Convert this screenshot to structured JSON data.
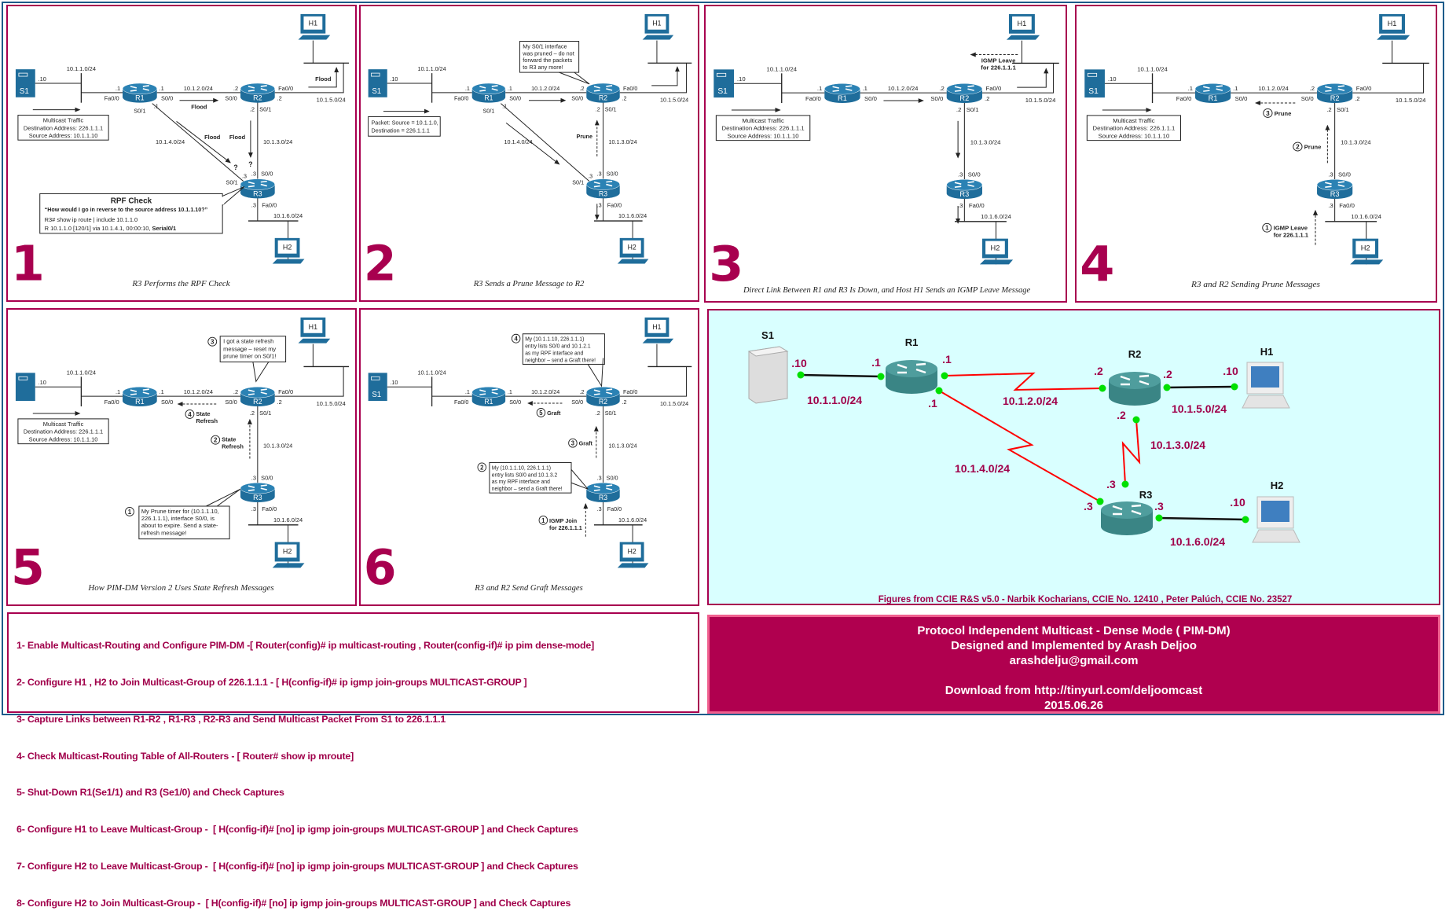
{
  "topology": {
    "s1": "S1",
    "r1": "R1",
    "r2": "R2",
    "r3": "R3",
    "h1": "H1",
    "h2": "H2",
    "net_s1": "10.1.1.0/24",
    "net_r1r2": "10.1.2.0/24",
    "net_r2r3": "10.1.3.0/24",
    "net_r1r3": "10.1.4.0/24",
    "net_h1": "10.1.5.0/24",
    "net_h2": "10.1.6.0/24",
    "s1_ip": ".10",
    "r1_ip": ".1",
    "r2_ip": ".2",
    "r3_ip": ".3",
    "h_ip": ".10",
    "fa00": "Fa0/0",
    "s00": "S0/0",
    "s01": "S0/1"
  },
  "figures": [
    {
      "number": "1",
      "caption": "R3 Performs the RPF Check",
      "annotations": {
        "traffic_title": "Multicast Traffic",
        "traffic_dst": "Destination Address: 226.1.1.1",
        "traffic_src": "Source Address: 10.1.1.10",
        "flood_r1r2": "Flood",
        "flood_r1r3": "Flood",
        "flood_r2r3": "Flood",
        "flood_h1": "Flood",
        "q_r1r3": "?",
        "q_r2r3": "?",
        "rpf_title": "RPF Check",
        "rpf_question": "“How would I go in reverse to the source address 10.1.1.10?”",
        "rpf_cmd": "R3# show ip route | include 10.1.1.0",
        "rpf_route": "R    10.1.1.0 [120/1] via 10.1.4.1, 00:00:10, ",
        "rpf_iface": "Serial0/1"
      }
    },
    {
      "number": "2",
      "caption": "R3 Sends a Prune Message to R2",
      "annotations": {
        "packet_1": "Packet: Source = 10.1.1.0,",
        "packet_2": "Destination = 226.1.1.1",
        "prune": "Prune",
        "callout_1": "My S0/1 interface",
        "callout_2": "was pruned – do not",
        "callout_3": "forward the packets",
        "callout_4": "to R3 any more!"
      }
    },
    {
      "number": "3",
      "caption": "Direct Link Between R1 and R3 Is Down, and Host H1 Sends an IGMP Leave Message",
      "annotations": {
        "traffic_title": "Multicast Traffic",
        "traffic_dst": "Destination Address: 226.1.1.1",
        "traffic_src": "Source Address: 10.1.1.10",
        "igmp_leave_1": "IGMP Leave",
        "igmp_leave_2": "for 226.1.1.1"
      }
    },
    {
      "number": "4",
      "caption": "R3 and R2 Sending Prune Messages",
      "annotations": {
        "traffic_title": "Multicast Traffic",
        "traffic_dst": "Destination Address: 226.1.1.1",
        "traffic_src": "Source Address: 10.1.1.10",
        "step1": "1",
        "igmp_1": "IGMP Leave",
        "igmp_2": "for 226.1.1.1",
        "step2": "2",
        "prune_2": "Prune",
        "step3": "3",
        "prune_3": "Prune"
      }
    },
    {
      "number": "5",
      "caption": "How PIM-DM Version 2 Uses State Refresh Messages",
      "annotations": {
        "traffic_title": "Multicast Traffic",
        "traffic_dst": "Destination Address: 226.1.1.1",
        "traffic_src": "Source Address: 10.1.1.10",
        "step1": "1",
        "box1_1": "My Prune timer for (10.1.1.10,",
        "box1_2": "226.1.1.1), interface S0/0, is",
        "box1_3": "about to expire. Send a state-",
        "box1_4": "refresh message!",
        "step2": "2",
        "sr2_1": "State",
        "sr2_2": "Refresh",
        "step3": "3",
        "box3_1": "I got a state refresh",
        "box3_2": "message – reset my",
        "box3_3": "prune timer on S0/1!",
        "step4": "4",
        "sr4_1": "State",
        "sr4_2": "Refresh"
      }
    },
    {
      "number": "6",
      "caption": "R3 and R2 Send Graft Messages",
      "annotations": {
        "step1": "1",
        "join_1": "IGMP Join",
        "join_2": "for 226.1.1.1",
        "step2": "2",
        "box2_1": "My (10.1.1.10, 226.1.1.1)",
        "box2_2": "entry lists S0/0 and 10.1.3.2",
        "box2_3": "as my RPF interface and",
        "box2_4": "neighbor – send a Graft there!",
        "step3": "3",
        "graft_3": "Graft",
        "step4": "4",
        "box4_1": "My (10.1.1.10, 226.1.1.1)",
        "box4_2": "entry lists S0/0 and 10.1.2.1",
        "box4_3": "as my RPF interface and",
        "box4_4": "neighbor – send a Graft there!",
        "step5": "5",
        "graft_5": "Graft"
      }
    }
  ],
  "lab_topology": {
    "background": "#d9ffff",
    "link_color": "#ff0000",
    "port_color": "#00e000",
    "label_color": "#a0004a",
    "credits": "Figures from CCIE R&S v5.0 - Narbik Kocharians, CCIE No. 12410  , Peter Palúch, CCIE No. 23527"
  },
  "instructions": [
    "1- Enable Multicast-Routing and Configure PIM-DM -[ Router(config)# ip multicast-routing , Router(config-if)# ip pim dense-mode]",
    "2- Configure H1 , H2 to Join Multicast-Group of 226.1.1.1 - [ H(config-if)# ip igmp join-groups MULTICAST-GROUP ]",
    "3- Capture Links between R1-R2 , R1-R3 , R2-R3 and Send Multicast Packet From S1 to 226.1.1.1",
    "4- Check Multicast-Routing Table of All-Routers - [ Router# show ip mroute]",
    "5- Shut-Down R1(Se1/1) and R3 (Se1/0) and Check Captures",
    "6- Configure H1 to Leave Multicast-Group -  [ H(config-if)# [no] ip igmp join-groups MULTICAST-GROUP ] and Check Captures",
    "7- Configure H2 to Leave Multicast-Group -  [ H(config-if)# [no] ip igmp join-groups MULTICAST-GROUP ] and Check Captures",
    "8- Configure H2 to Join Multicast-Group -  [ H(config-if)# [no] ip igmp join-groups MULTICAST-GROUP ] and Check Captures"
  ],
  "title_box": {
    "line1": "Protocol Independent Multicast - Dense Mode ( PIM-DM)",
    "line2": "Designed and Implemented by Arash Deljoo",
    "line3": "arashdelju@gmail.com",
    "line4": "Download from http://tinyurl.com/deljoomcast",
    "line5": "2015.06.26"
  },
  "colors": {
    "accent": "#a8004f",
    "frame": "#1d5b8a",
    "cisco_device": "#1f6d9b"
  }
}
